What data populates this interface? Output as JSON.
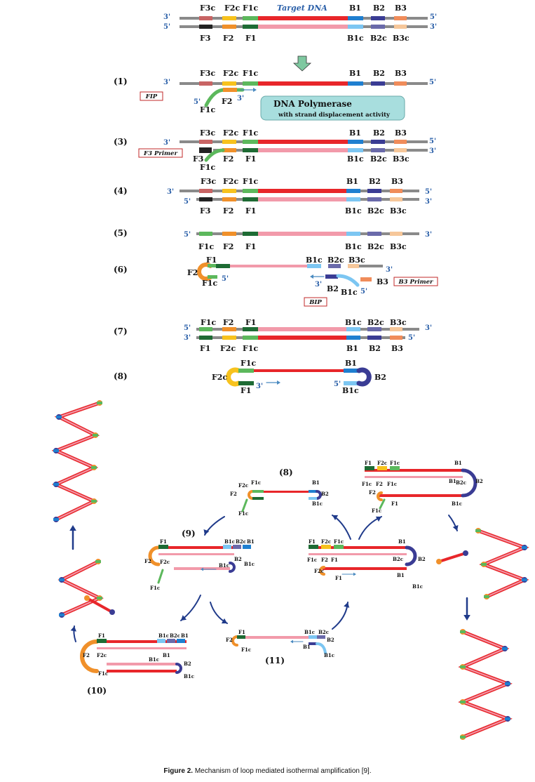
{
  "labels": {
    "target_dna": "Target DNA",
    "three_prime": "3'",
    "five_prime": "5'",
    "F3c": "F3c",
    "F2c": "F2c",
    "F1c": "F1c",
    "F3": "F3",
    "F2": "F2",
    "F1": "F1",
    "B1": "B1",
    "B2": "B2",
    "B3": "B3",
    "B1c": "B1c",
    "B2c": "B2c",
    "B3c": "B3c",
    "FIP": "FIP",
    "F3_primer": "F3 Primer",
    "B3_primer": "B3 Primer",
    "BIP": "BIP",
    "polymerase_title": "DNA Polymerase",
    "polymerase_sub": "with strand displacement activity"
  },
  "steps": [
    "(1)",
    "(3)",
    "(4)",
    "(5)",
    "(6)",
    "(7)",
    "(8)",
    "(8)",
    "(9)",
    "(10)",
    "(11)"
  ],
  "caption": {
    "figure": "Figure 2.",
    "text": " Mechanism of loop mediated isothermal amplification [9]."
  },
  "colors": {
    "red": "#e8262a",
    "pink": "#f29aaa",
    "gray": "#8a8a8a",
    "F3c": "#c86464",
    "F3": "#222222",
    "F2c": "#f7c21d",
    "F2": "#f0902a",
    "F1c": "#5cb85c",
    "F1": "#1e6b34",
    "B1": "#1f7fd0",
    "B1c": "#7cc6f2",
    "B2": "#3a3c94",
    "B2c": "#6a6aaa",
    "B3": "#f08c5a",
    "B3c": "#f6c79a",
    "navy_arrow": "#1f3a8a",
    "poly_box": "#a8dede"
  }
}
